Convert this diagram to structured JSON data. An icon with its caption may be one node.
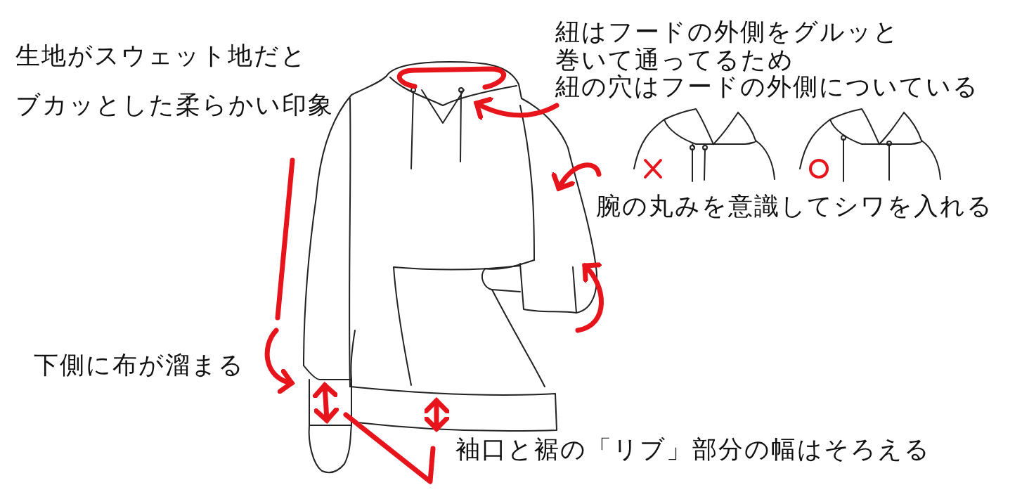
{
  "diagram": {
    "labels": [
      "生地がスウェット地だと",
      "ブカッとした柔らかい印象",
      "紐はフードの外側をグルッと",
      "巻いて通ってるため",
      "紐の穴はフードの外側についている",
      "腕の丸みを意識してシワを入れる",
      "下側に布が溜まる",
      "袖口と裾の「リブ」部分の幅はそろえる"
    ]
  }
}
